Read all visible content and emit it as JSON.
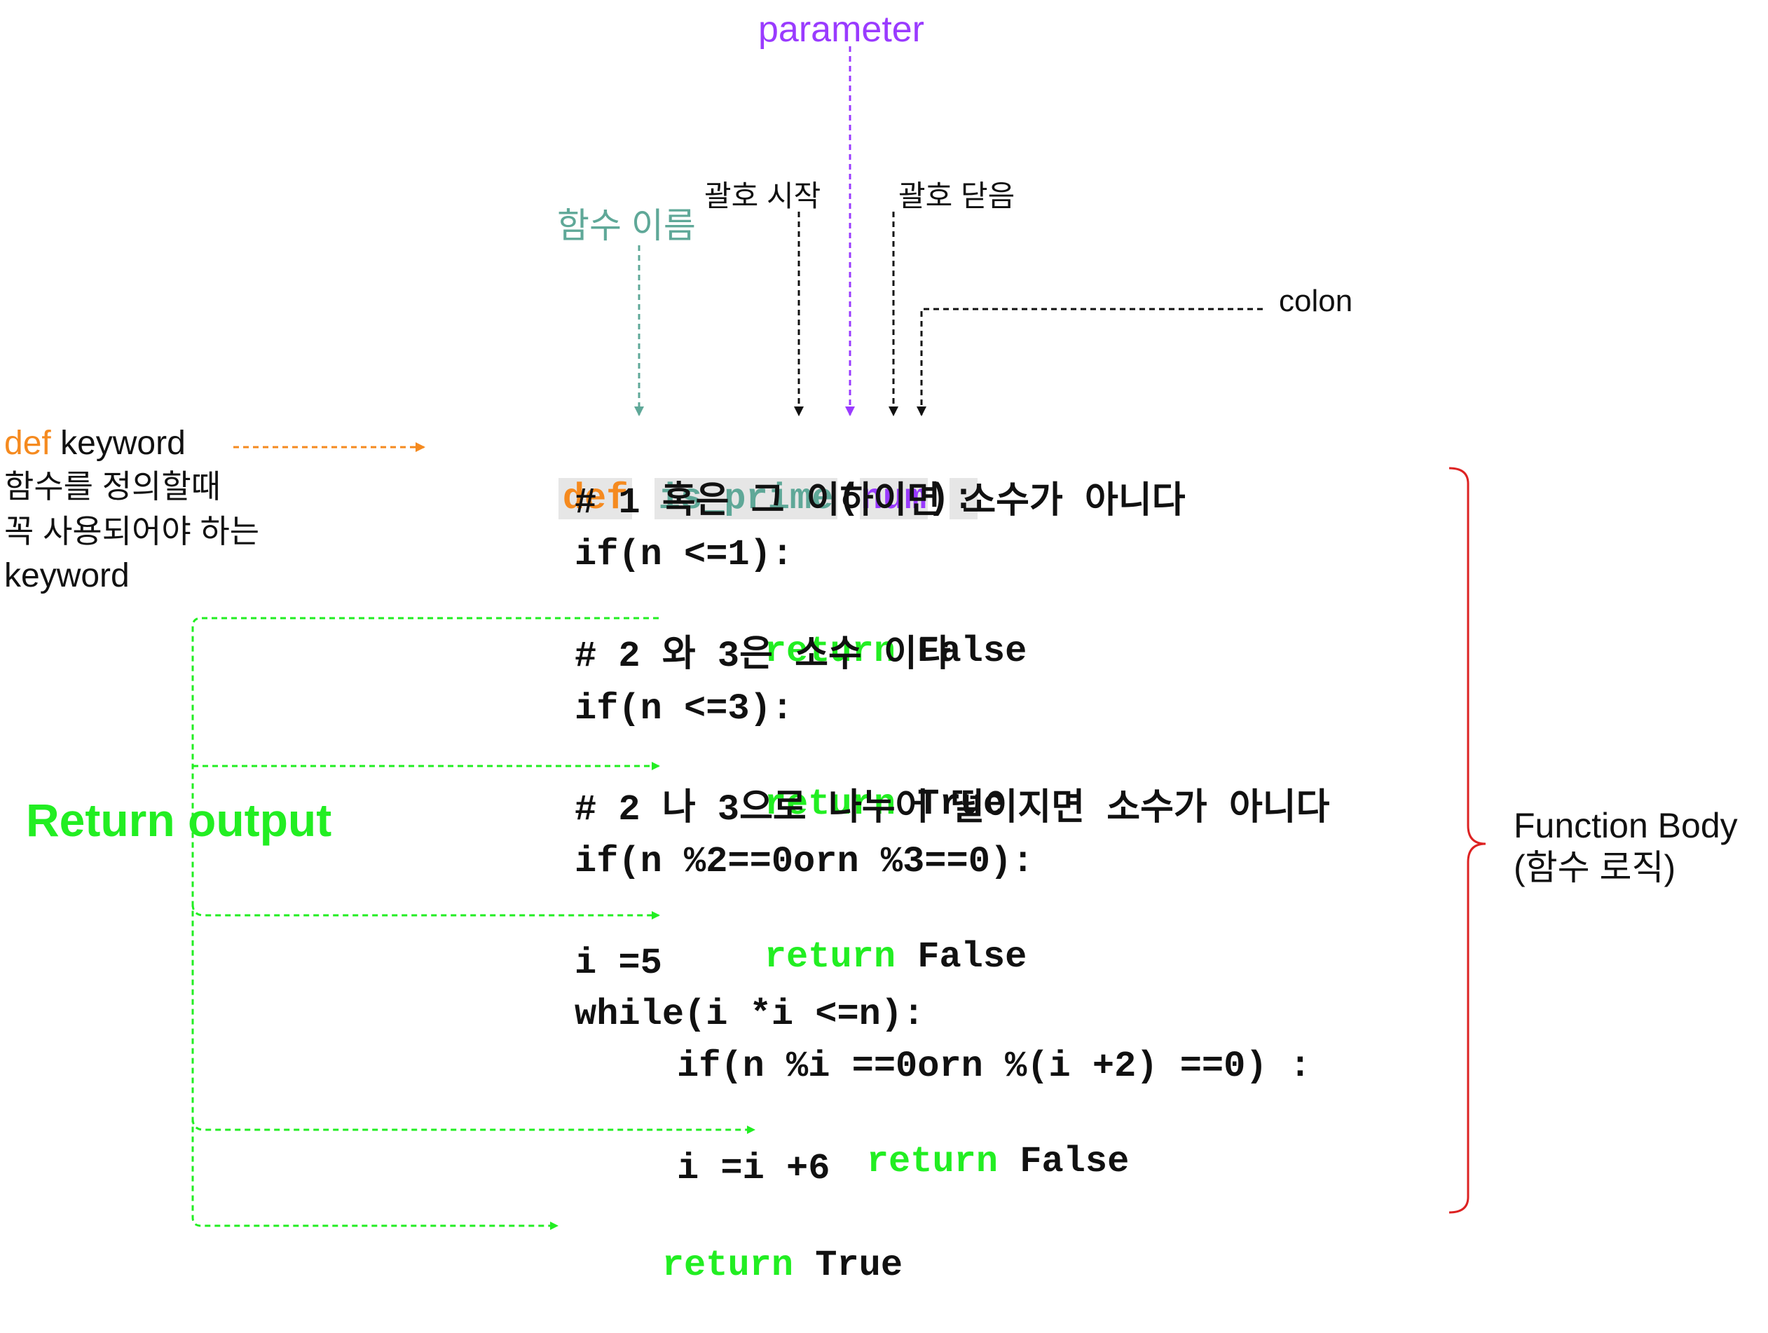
{
  "colors": {
    "def": "#f58a1f",
    "name": "#5fa898",
    "param": "#9a3bff",
    "return": "#22ee22",
    "brace": "#dd2222",
    "highlight": "#e6e6e6",
    "ink": "#111111"
  },
  "labels": {
    "parameter": "parameter",
    "func_name": "함수 이름",
    "paren_open": "괄호 시작",
    "paren_close": "괄호 닫음",
    "colon": "colon",
    "def_kw": "def",
    "keyword_word": " keyword",
    "def_desc_1": "함수를 정의할때",
    "def_desc_2": "꼭 사용되어야 하는",
    "def_desc_3": "keyword",
    "return_output": "Return output",
    "body_1": "Function Body",
    "body_2": "(함수 로직)"
  },
  "code": {
    "def": "def",
    "func_name": "is_prime",
    "paren_open": "(",
    "param": "num",
    "paren_close": ")",
    "colon": ":",
    "comment1": "# 1 혹은 그 이하이면 소수가 아니다",
    "if1": "if(n <=1):",
    "ret": "return",
    "false": " False",
    "true": " True",
    "comment2": "# 2 와 3은 소수 이다",
    "if2": "if(n <=3):",
    "comment3": "# 2 나 3으로 나누어 떨이지면 소수가 아니다",
    "if3": "if(n %2==0orn %3==0):",
    "i_init": "i =5",
    "while": "while(i *i <=n):",
    "if4": "if(n %i ==0orn %(i +2) ==0) :",
    "i_inc": "i =i +6"
  }
}
